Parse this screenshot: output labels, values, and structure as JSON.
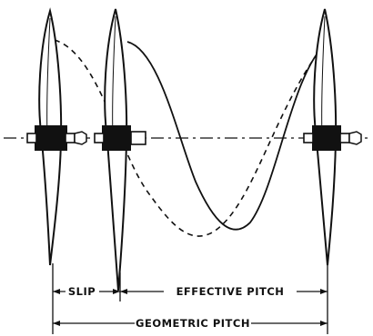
{
  "labels": {
    "slip": "SLIP",
    "effective_pitch": "EFFECTIVE PITCH",
    "geometric_pitch": "GEOMETRIC PITCH"
  },
  "colors": {
    "ink": "#111111",
    "paper": "#ffffff"
  }
}
